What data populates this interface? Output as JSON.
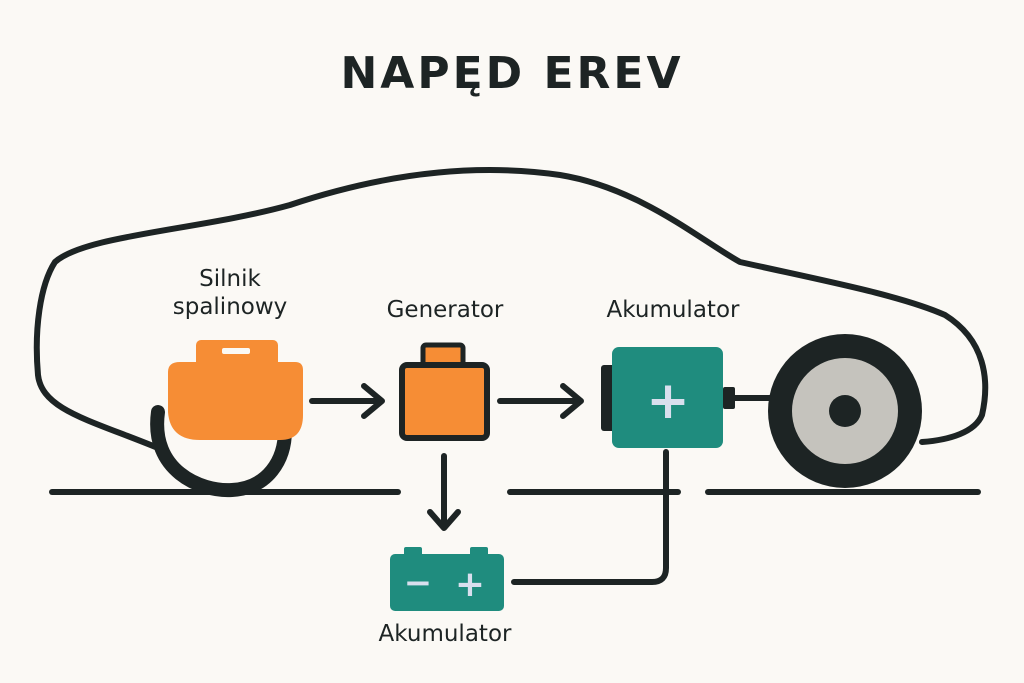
{
  "title": "NAPĘD EREV",
  "components": {
    "engine_label_line1": "Silnik",
    "engine_label_line2": "spalinowy",
    "generator_label": "Generator",
    "battery_label": "Akumulator",
    "small_battery_label": "Akumulator"
  },
  "symbols": {
    "plus": "+",
    "minus": "−"
  },
  "colors": {
    "engine": "#f68d35",
    "generator": "#f68d35",
    "battery": "#1f8c7e",
    "outline": "#1d2424",
    "wheel_hub": "#c5c3bd",
    "background": "#fbf9f5"
  }
}
